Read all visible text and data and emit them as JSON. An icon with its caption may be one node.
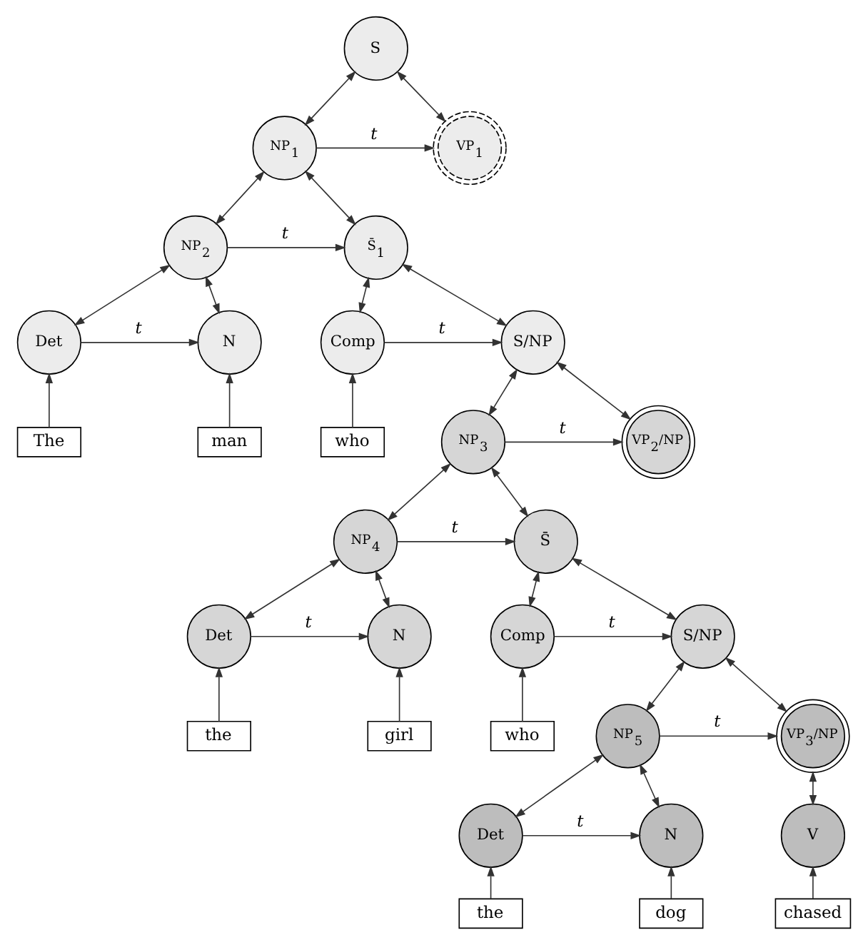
{
  "diagram": {
    "nodes": [
      {
        "text": [
          "S"
        ]
      },
      {
        "text": [
          "NP$_{1}$"
        ]
      },
      {
        "text": [
          "VP$_{1}$"
        ]
      },
      {
        "text": [
          "NP$_{2}$"
        ]
      },
      {
        "text": [
          "S̄$_{1}$"
        ]
      },
      {
        "text": [
          "Det"
        ]
      },
      {
        "text": [
          "N"
        ]
      },
      {
        "text": [
          "Comp"
        ]
      },
      {
        "text": [
          "S/NP"
        ]
      },
      {
        "text": [
          "The"
        ]
      },
      {
        "text": [
          "man"
        ]
      },
      {
        "text": [
          "who"
        ]
      },
      {
        "text": [
          "NP$_{3}$"
        ]
      },
      {
        "text": [
          "VP$_{2}$/NP"
        ]
      },
      {
        "text": [
          "NP$_{4}$"
        ]
      },
      {
        "text": [
          "S̄"
        ]
      },
      {
        "text": [
          "Det"
        ]
      },
      {
        "text": [
          "N"
        ]
      },
      {
        "text": [
          "Comp"
        ]
      },
      {
        "text": [
          "S/NP"
        ]
      },
      {
        "text": [
          "the"
        ]
      },
      {
        "text": [
          "girl"
        ]
      },
      {
        "text": [
          "who"
        ]
      },
      {
        "text": [
          "NP$_{5}$"
        ]
      },
      {
        "text": [
          "VP$_{3}$/NP"
        ]
      },
      {
        "text": [
          "Det"
        ]
      },
      {
        "text": [
          "N"
        ]
      },
      {
        "text": [
          "V"
        ]
      },
      {
        "text": [
          "the"
        ]
      },
      {
        "text": [
          "dog"
        ]
      },
      {
        "text": [
          "chased"
        ]
      }
    ],
    "edges": [
      {
        "from": 0,
        "to": 1,
        "arrow": "both"
      },
      {
        "from": 0,
        "to": 2,
        "arrow": "both"
      },
      {
        "from": 1,
        "to": 2,
        "arrow": "to",
        "label": "t"
      },
      {
        "from": 1,
        "to": 3,
        "arrow": "both"
      },
      {
        "from": 1,
        "to": 4,
        "arrow": "both"
      },
      {
        "from": 3,
        "to": 4,
        "arrow": "to",
        "label": "t"
      },
      {
        "from": 3,
        "to": 5,
        "arrow": "both"
      },
      {
        "from": 3,
        "to": 6,
        "arrow": "both"
      },
      {
        "from": 5,
        "to": 6,
        "arrow": "to",
        "label": "t"
      },
      {
        "from": 4,
        "to": 7,
        "arrow": "both"
      },
      {
        "from": 4,
        "to": 8,
        "arrow": "both"
      },
      {
        "from": 7,
        "to": 8,
        "arrow": "to",
        "label": "t"
      },
      {
        "from": 9,
        "to": 5,
        "arrow": "to"
      },
      {
        "from": 10,
        "to": 6,
        "arrow": "to"
      },
      {
        "from": 11,
        "to": 7,
        "arrow": "to"
      },
      {
        "from": 8,
        "to": 12,
        "arrow": "both"
      },
      {
        "from": 8,
        "to": 13,
        "arrow": "both"
      },
      {
        "from": 12,
        "to": 13,
        "arrow": "to",
        "label": "t"
      },
      {
        "from": 12,
        "to": 14,
        "arrow": "both"
      },
      {
        "from": 12,
        "to": 15,
        "arrow": "both"
      },
      {
        "from": 14,
        "to": 15,
        "arrow": "to",
        "label": "t"
      },
      {
        "from": 14,
        "to": 16,
        "arrow": "both"
      },
      {
        "from": 14,
        "to": 17,
        "arrow": "both"
      },
      {
        "from": 16,
        "to": 17,
        "arrow": "to",
        "label": "t"
      },
      {
        "from": 20,
        "to": 16,
        "arrow": "to"
      },
      {
        "from": 21,
        "to": 17,
        "arrow": "to"
      },
      {
        "from": 15,
        "to": 18,
        "arrow": "both"
      },
      {
        "from": 15,
        "to": 19,
        "arrow": "both"
      },
      {
        "from": 18,
        "to": 19,
        "arrow": "to",
        "label": "t"
      },
      {
        "from": 22,
        "to": 18,
        "arrow": "to"
      },
      {
        "from": 19,
        "to": 23,
        "arrow": "both"
      },
      {
        "from": 19,
        "to": 24,
        "arrow": "both"
      },
      {
        "from": 23,
        "to": 24,
        "arrow": "to",
        "label": "t"
      },
      {
        "from": 23,
        "to": 25,
        "arrow": "both"
      },
      {
        "from": 23,
        "to": 26,
        "arrow": "both"
      },
      {
        "from": 25,
        "to": 26,
        "arrow": "to",
        "label": "t"
      },
      {
        "from": 24,
        "to": 27,
        "arrow": "both"
      },
      {
        "from": 28,
        "to": 25,
        "arrow": "to"
      },
      {
        "from": 29,
        "to": 26,
        "arrow": "to"
      },
      {
        "from": 30,
        "to": 27,
        "arrow": "to"
      }
    ]
  }
}
